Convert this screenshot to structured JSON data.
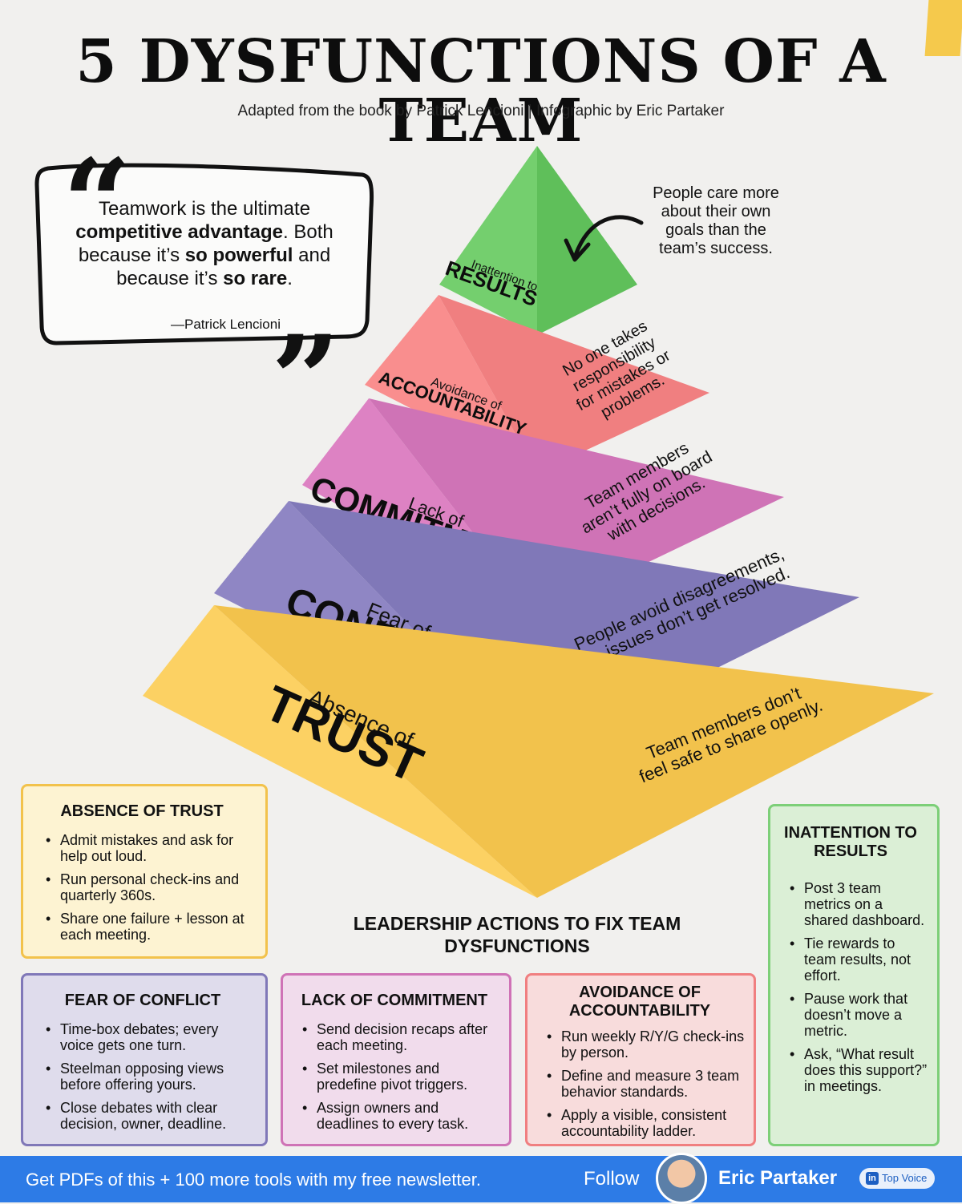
{
  "header": {
    "title": "5 DYSFUNCTIONS OF A TEAM",
    "subtitle": "Adapted from the book by Patrick Lencioni | Infographic by Eric Partaker"
  },
  "quote": {
    "open_mark": "“",
    "close_mark": "”",
    "author": "—Patrick Lencioni",
    "segments": [
      {
        "text": "Teamwork is the ultimate ",
        "bold": false
      },
      {
        "text": "competitive advantage",
        "bold": true
      },
      {
        "text": ". Both because it’s ",
        "bold": false
      },
      {
        "text": "so powerful",
        "bold": true
      },
      {
        "text": " and because it’s ",
        "bold": false
      },
      {
        "text": "so rare",
        "bold": true
      },
      {
        "text": ".",
        "bold": false
      }
    ]
  },
  "results_note": "People care more about their own goals than the team’s success.",
  "pyramid": [
    {
      "key": "results",
      "small": "Inattention to",
      "big": "RESULTS",
      "desc": [],
      "color_left": "#74cf6e",
      "color_right": "#5fbf5a"
    },
    {
      "key": "accountability",
      "small": "Avoidance of",
      "big": "ACCOUNTABILITY",
      "desc": [
        "No one takes",
        "responsibility",
        "for mistakes or",
        "problems."
      ],
      "color_left": "#f98e8e",
      "color_right": "#f07f80"
    },
    {
      "key": "commitment",
      "small": "Lack of",
      "big": "COMMITMENT",
      "desc": [
        "Team members",
        "aren’t fully on board",
        "with decisions."
      ],
      "color_left": "#dd82c3",
      "color_right": "#cf73b6"
    },
    {
      "key": "conflict",
      "small": "Fear of",
      "big": "CONFLICT",
      "desc": [
        "People avoid disagreements,",
        "so issues don’t get resolved."
      ],
      "color_left": "#8f86c4",
      "color_right": "#8078b8"
    },
    {
      "key": "trust",
      "small": "Absence of",
      "big": "TRUST",
      "desc": [
        "Team members don’t",
        "feel safe to share openly."
      ],
      "color_left": "#fcd163",
      "color_right": "#f2c24c"
    }
  ],
  "actions_title": "LEADERSHIP ACTIONS TO FIX TEAM DYSFUNCTIONS",
  "cards": {
    "trust": {
      "title": "ABSENCE OF TRUST",
      "border": "#f2c24c",
      "bg": "#fdf3d2",
      "items": [
        "Admit mistakes and ask for help out loud.",
        "Run personal check-ins and quarterly 360s.",
        "Share one failure + lesson at each meeting."
      ]
    },
    "conflict": {
      "title": "FEAR OF CONFLICT",
      "border": "#8078b8",
      "bg": "#dfdcec",
      "items": [
        "Time-box debates; every voice gets one turn.",
        "Steelman opposing views before offering yours.",
        "Close debates with clear decision, owner, deadline."
      ]
    },
    "commitment": {
      "title": "LACK OF COMMITMENT",
      "border": "#cf73b6",
      "bg": "#f1dcec",
      "items": [
        "Send decision recaps after each meeting.",
        "Set milestones and predefine pivot triggers.",
        "Assign owners and deadlines to every task."
      ]
    },
    "accountability": {
      "title": "AVOIDANCE OF ACCOUNTABILITY",
      "border": "#f07f80",
      "bg": "#f8dcdc",
      "items": [
        "Run weekly R/Y/G check-ins by person.",
        "Define and measure 3 team behavior standards.",
        "Apply a visible, consistent accountability ladder."
      ]
    },
    "results": {
      "title": "INATTENTION TO RESULTS",
      "border": "#7dcf78",
      "bg": "#dbefd6",
      "items": [
        "Post 3 team metrics on a shared dashboard.",
        "Tie rewards to team results, not effort.",
        "Pause work that doesn’t move a metric.",
        "Ask, “What result does this support?” in meetings."
      ]
    }
  },
  "footer": {
    "promo": "Get PDFs of this + 100 more tools with my free newsletter.",
    "follow": "Follow",
    "name": "Eric Partaker",
    "badge": "Top Voice",
    "badge_icon": "in"
  }
}
